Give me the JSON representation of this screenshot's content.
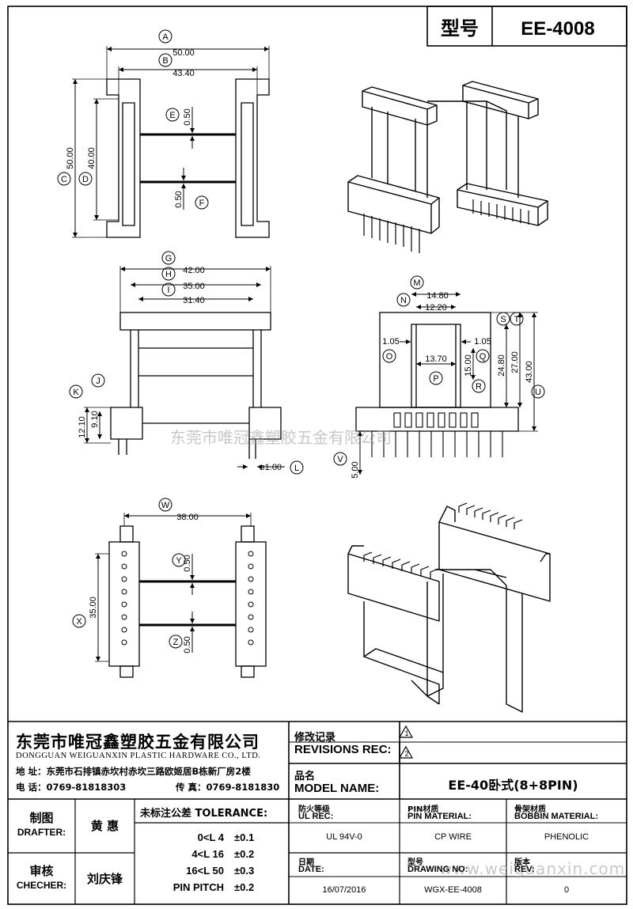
{
  "header": {
    "model_label": "型号",
    "model_value": "EE-4008"
  },
  "dims": {
    "A": "50.00",
    "B": "43.40",
    "C": "50.00",
    "D": "40.00",
    "E": "0.50",
    "F": "0.50",
    "G": "42.00",
    "H": "35.00",
    "I": "31.40",
    "J": "9.10",
    "K": "12.10",
    "L": "ø1.00",
    "M": "14.80",
    "N": "12.20",
    "O": "1.05",
    "Q": "1.05",
    "P": "13.70",
    "R": "15.00",
    "S": "24.80",
    "T": "27.00",
    "U": "43.00",
    "V": "5.00",
    "W": "38.00",
    "X": "35.00",
    "Y": "0.50",
    "Z": "0.50"
  },
  "watermark_center": "东莞市唯冠鑫塑胶五金有限公司",
  "watermark_bottom": "www.weiguanxin.com",
  "company": {
    "name_cn": "东莞市唯冠鑫塑胶五金有限公司",
    "name_en": "DONGGUAN WEIGUANXIN PLASTIC HARDWARE CO., LTD.",
    "address": "地  址：东莞市石排镇赤坎村赤坎三路欧姬居B栋新厂房2楼",
    "phone": "电  话：0769-81818303",
    "fax": "传  真：0769-8181830"
  },
  "revisions": {
    "label_cn": "修改记录",
    "label_en": "REVISIONS REC:",
    "marks": [
      "1",
      "2"
    ]
  },
  "model_name": {
    "label_cn": "品名",
    "label_en": "MODEL NAME:",
    "value": "EE-40卧式(8+8PIN)"
  },
  "drafter": {
    "label_cn": "制图",
    "label_en": "DRAFTER:",
    "value": "黄  惠"
  },
  "checker": {
    "label_cn": "审核",
    "label_en": "CHECHER:",
    "value": "刘庆锋"
  },
  "tolerance": {
    "label": "未标注公差 TOLERANCE:",
    "rows": [
      {
        "range": "0<L  4",
        "value": "±0.1"
      },
      {
        "range": "4<L  16",
        "value": "±0.2"
      },
      {
        "range": "16<L  50",
        "value": "±0.3"
      },
      {
        "range": "PIN PITCH",
        "value": "±0.2"
      }
    ]
  },
  "specs": {
    "ul_label_cn": "防火等级",
    "ul_label_en": "UL REC:",
    "ul_value": "UL 94V-0",
    "pin_label_cn": "PIN材质",
    "pin_label_en": "PIN MATERIAL:",
    "pin_value": "CP WIRE",
    "bobbin_label_cn": "骨架材质",
    "bobbin_label_en": "BOBBIN MATERIAL:",
    "bobbin_value": "PHENOLIC",
    "date_label_cn": "日期",
    "date_label_en": "DATE:",
    "date_value": "16/07/2016",
    "drawing_label_cn": "型号",
    "drawing_label_en": "DRAWING NO:",
    "drawing_value": "WGX-EE-4008",
    "rev_label_cn": "版本",
    "rev_label_en": "REV:",
    "rev_value": "0"
  }
}
